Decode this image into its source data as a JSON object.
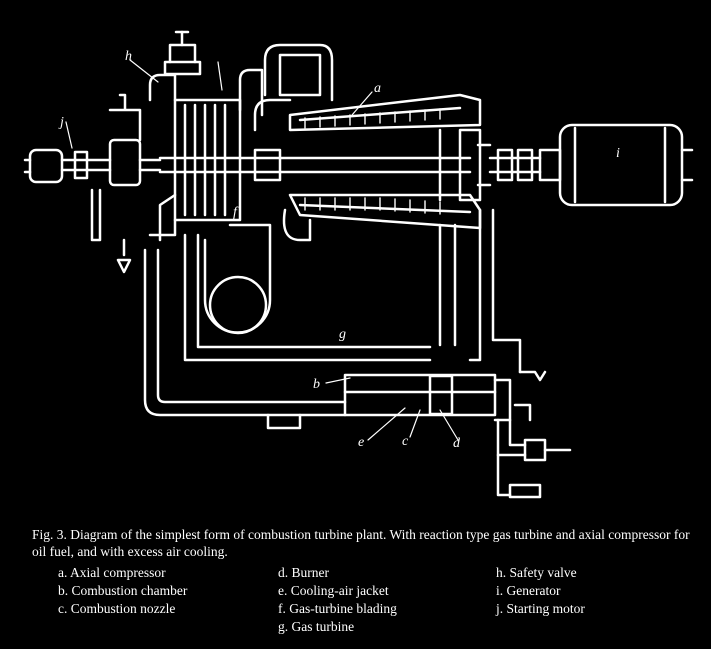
{
  "figure": {
    "labels": {
      "a": "a",
      "b": "b",
      "c": "c",
      "d": "d",
      "e": "e",
      "f": "f",
      "g": "g",
      "h": "h",
      "i": "i",
      "j": "j"
    }
  },
  "caption": {
    "text": "Fig. 3. Diagram of the simplest form of combustion turbine plant. With reaction type gas turbine and axial compressor for oil fuel, and with excess air cooling."
  },
  "legend": {
    "col1": [
      "a. Axial compressor",
      "b. Combustion chamber",
      "c. Combustion nozzle"
    ],
    "col2": [
      "d. Burner",
      "e. Cooling-air jacket",
      "f. Gas-turbine blading",
      "g. Gas turbine"
    ],
    "col3": [
      "h. Safety valve",
      "i. Generator",
      "j. Starting motor"
    ]
  }
}
